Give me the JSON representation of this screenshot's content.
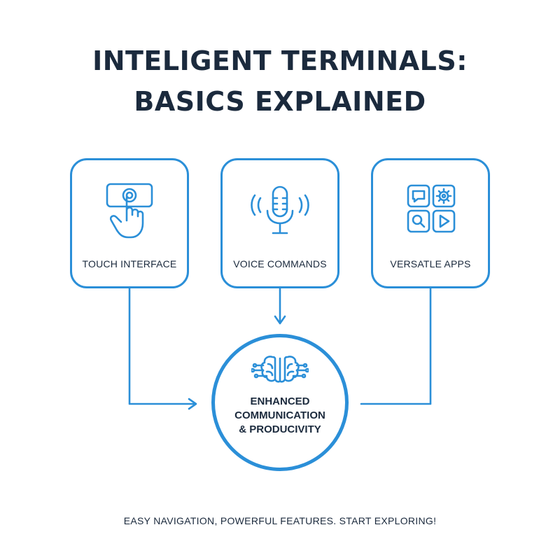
{
  "title": {
    "line1": "INTELIGENT TERMINALS:",
    "line2": "BASICS EXPLAINED"
  },
  "features": [
    {
      "label": "TOUCH INTERFACE",
      "icon": "touch-icon"
    },
    {
      "label": "VOICE COMMANDS",
      "icon": "microphone-icon"
    },
    {
      "label": "VERSATLE APPS",
      "icon": "apps-grid-icon"
    }
  ],
  "result": {
    "line1": "ENHANCED",
    "line2": "COMMUNICATION",
    "line3": "& PRODUCIVITY",
    "icon": "brain-circuit-icon"
  },
  "footer": "EASY NAVIGATION, POWERFUL FEATURES. START EXPLORING!",
  "colors": {
    "accent": "#2b8fd8",
    "text": "#1b2a3d",
    "background": "#ffffff"
  }
}
